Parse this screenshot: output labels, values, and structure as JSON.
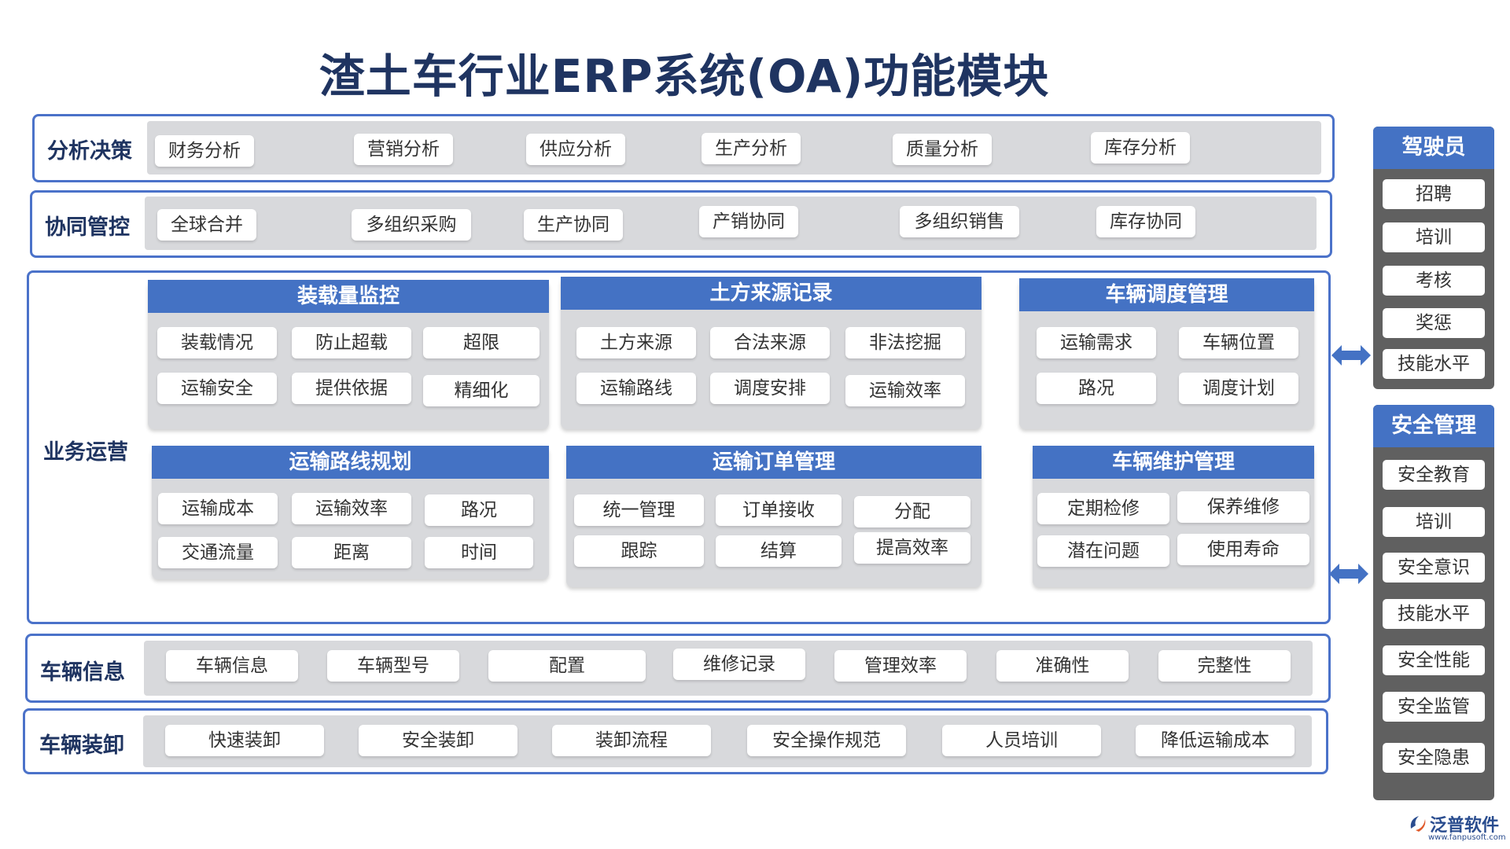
{
  "title": "渣土车行业ERP系统(OA)功能模块",
  "colors": {
    "accent": "#4472c4",
    "border": "#4b72c9",
    "title": "#1f3461",
    "panel_bg": "#d8d9dc",
    "side_bg": "#606060"
  },
  "rows": {
    "analysis": {
      "label": "分析决策",
      "items": [
        "财务分析",
        "营销分析",
        "供应分析",
        "生产分析",
        "质量分析",
        "库存分析"
      ]
    },
    "collab": {
      "label": "协同管控",
      "items": [
        "全球合并",
        "多组织采购",
        "生产协同",
        "产销协同",
        "多组织销售",
        "库存协同"
      ]
    },
    "vehicle_info": {
      "label": "车辆信息",
      "items": [
        "车辆信息",
        "车辆型号",
        "配置",
        "维修记录",
        "管理效率",
        "准确性",
        "完整性"
      ]
    },
    "loading": {
      "label": "车辆装卸",
      "items": [
        "快速装卸",
        "安全装卸",
        "装卸流程",
        "安全操作规范",
        "人员培训",
        "降低运输成本"
      ]
    }
  },
  "business": {
    "label": "业务运营",
    "panels": [
      {
        "title": "装载量监控",
        "items": [
          "装载情况",
          "防止超载",
          "超限",
          "运输安全",
          "提供依据",
          "精细化"
        ]
      },
      {
        "title": "土方来源记录",
        "items": [
          "土方来源",
          "合法来源",
          "非法挖掘",
          "运输路线",
          "调度安排",
          "运输效率"
        ]
      },
      {
        "title": "车辆调度管理",
        "items": [
          "运输需求",
          "车辆位置",
          "路况",
          "调度计划"
        ]
      },
      {
        "title": "运输路线规划",
        "items": [
          "运输成本",
          "运输效率",
          "路况",
          "交通流量",
          "距离",
          "时间"
        ]
      },
      {
        "title": "运输订单管理",
        "items": [
          "统一管理",
          "订单接收",
          "分配",
          "跟踪",
          "结算",
          "提高效率"
        ]
      },
      {
        "title": "车辆维护管理",
        "items": [
          "定期检修",
          "保养维修",
          "潜在问题",
          "使用寿命"
        ]
      }
    ]
  },
  "side": {
    "driver": {
      "title": "驾驶员",
      "items": [
        "招聘",
        "培训",
        "考核",
        "奖惩",
        "技能水平"
      ]
    },
    "safety": {
      "title": "安全管理",
      "items": [
        "安全教育",
        "培训",
        "安全意识",
        "技能水平",
        "安全性能",
        "安全监管",
        "安全隐患"
      ]
    }
  },
  "logo": {
    "name": "泛普软件",
    "url": "www.fanpusoft.com"
  }
}
